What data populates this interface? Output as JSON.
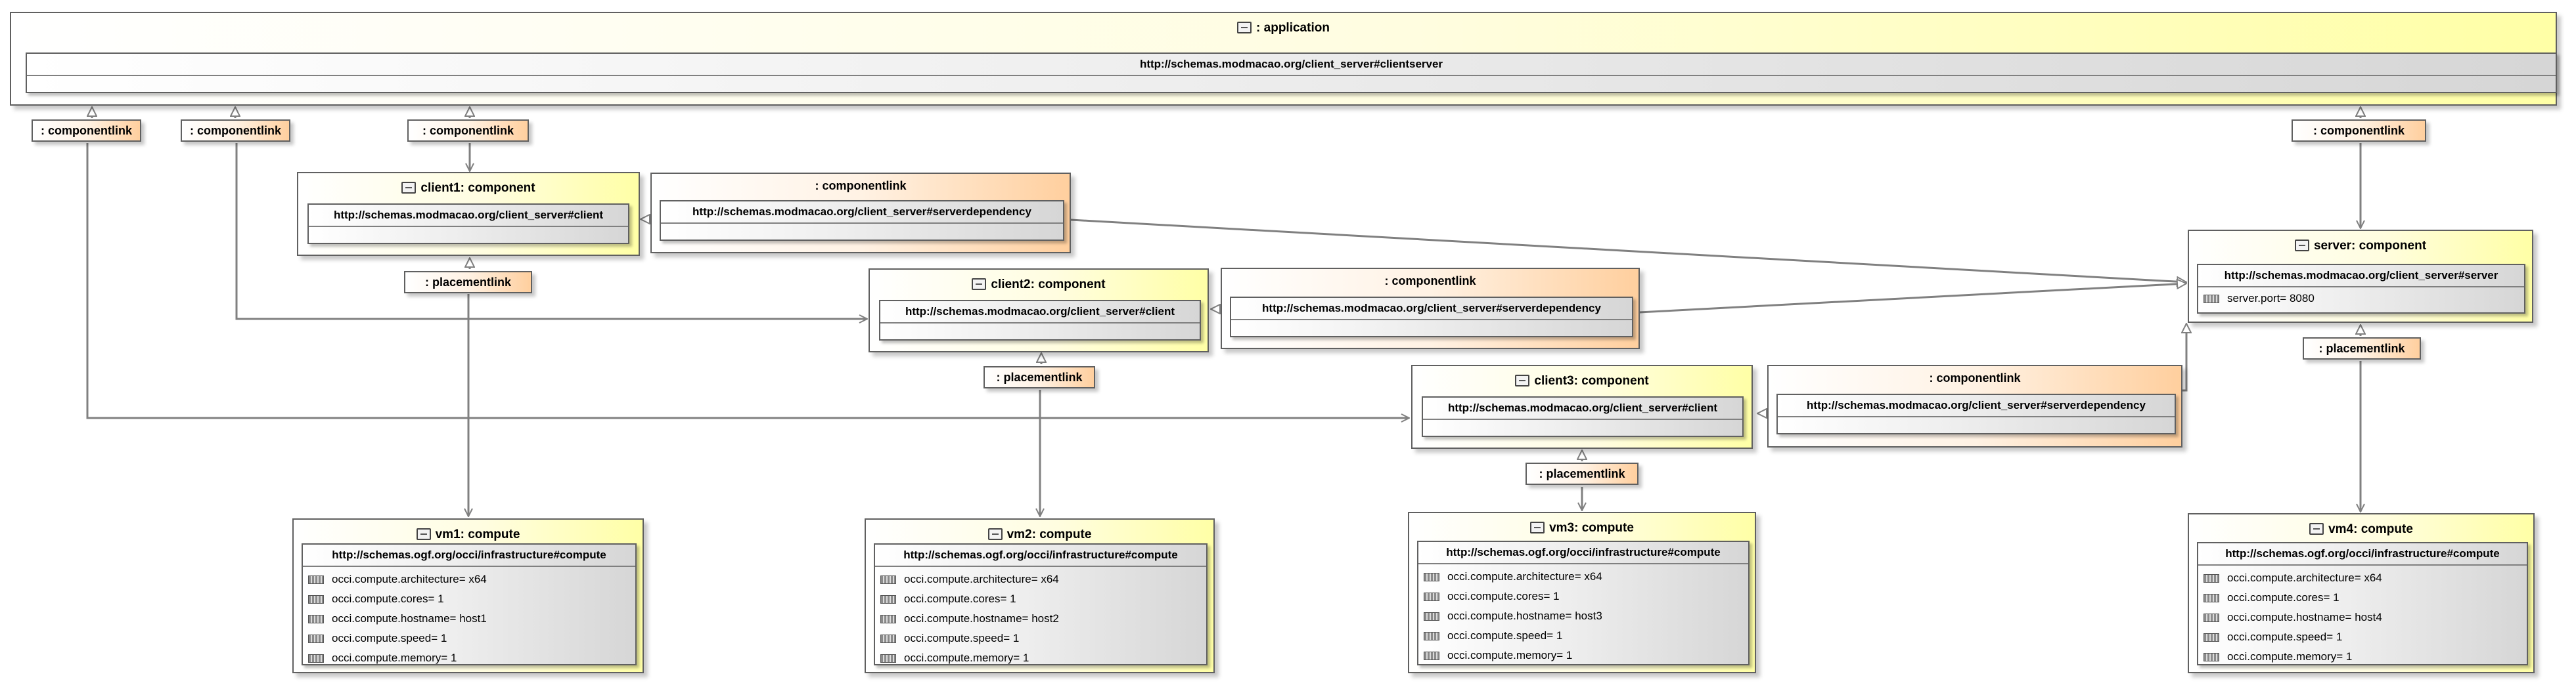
{
  "application": {
    "title": ": application",
    "kind": "http://schemas.modmacao.org/client_server#clientserver"
  },
  "componentlink_label": ": componentlink",
  "placementlink_label": ": placementlink",
  "serverdependency_kind": "http://schemas.modmacao.org/client_server#serverdependency",
  "components": {
    "client1": {
      "title": "client1: component",
      "kind": "http://schemas.modmacao.org/client_server#client"
    },
    "client2": {
      "title": "client2: component",
      "kind": "http://schemas.modmacao.org/client_server#client"
    },
    "client3": {
      "title": "client3: component",
      "kind": "http://schemas.modmacao.org/client_server#client"
    },
    "server": {
      "title": "server: component",
      "kind": "http://schemas.modmacao.org/client_server#server",
      "attr": "server.port= 8080"
    }
  },
  "compute_kind": "http://schemas.ogf.org/occi/infrastructure#compute",
  "vms": {
    "vm1": {
      "title": "vm1: compute",
      "attrs": [
        "occi.compute.architecture= x64",
        "occi.compute.cores= 1",
        "occi.compute.hostname= host1",
        "occi.compute.speed= 1",
        "occi.compute.memory= 1"
      ]
    },
    "vm2": {
      "title": "vm2: compute",
      "attrs": [
        "occi.compute.architecture= x64",
        "occi.compute.cores= 1",
        "occi.compute.hostname= host2",
        "occi.compute.speed= 1",
        "occi.compute.memory= 1"
      ]
    },
    "vm3": {
      "title": "vm3: compute",
      "attrs": [
        "occi.compute.architecture= x64",
        "occi.compute.cores= 1",
        "occi.compute.hostname= host3",
        "occi.compute.speed= 1",
        "occi.compute.memory= 1"
      ]
    },
    "vm4": {
      "title": "vm4: compute",
      "attrs": [
        "occi.compute.architecture= x64",
        "occi.compute.cores= 1",
        "occi.compute.hostname= host4",
        "occi.compute.speed= 1",
        "occi.compute.memory= 1"
      ]
    }
  },
  "colors": {
    "node": "#ffffa6",
    "link": "#ffcf9e",
    "inner": "#d6d6d6",
    "edge": "#808080"
  }
}
